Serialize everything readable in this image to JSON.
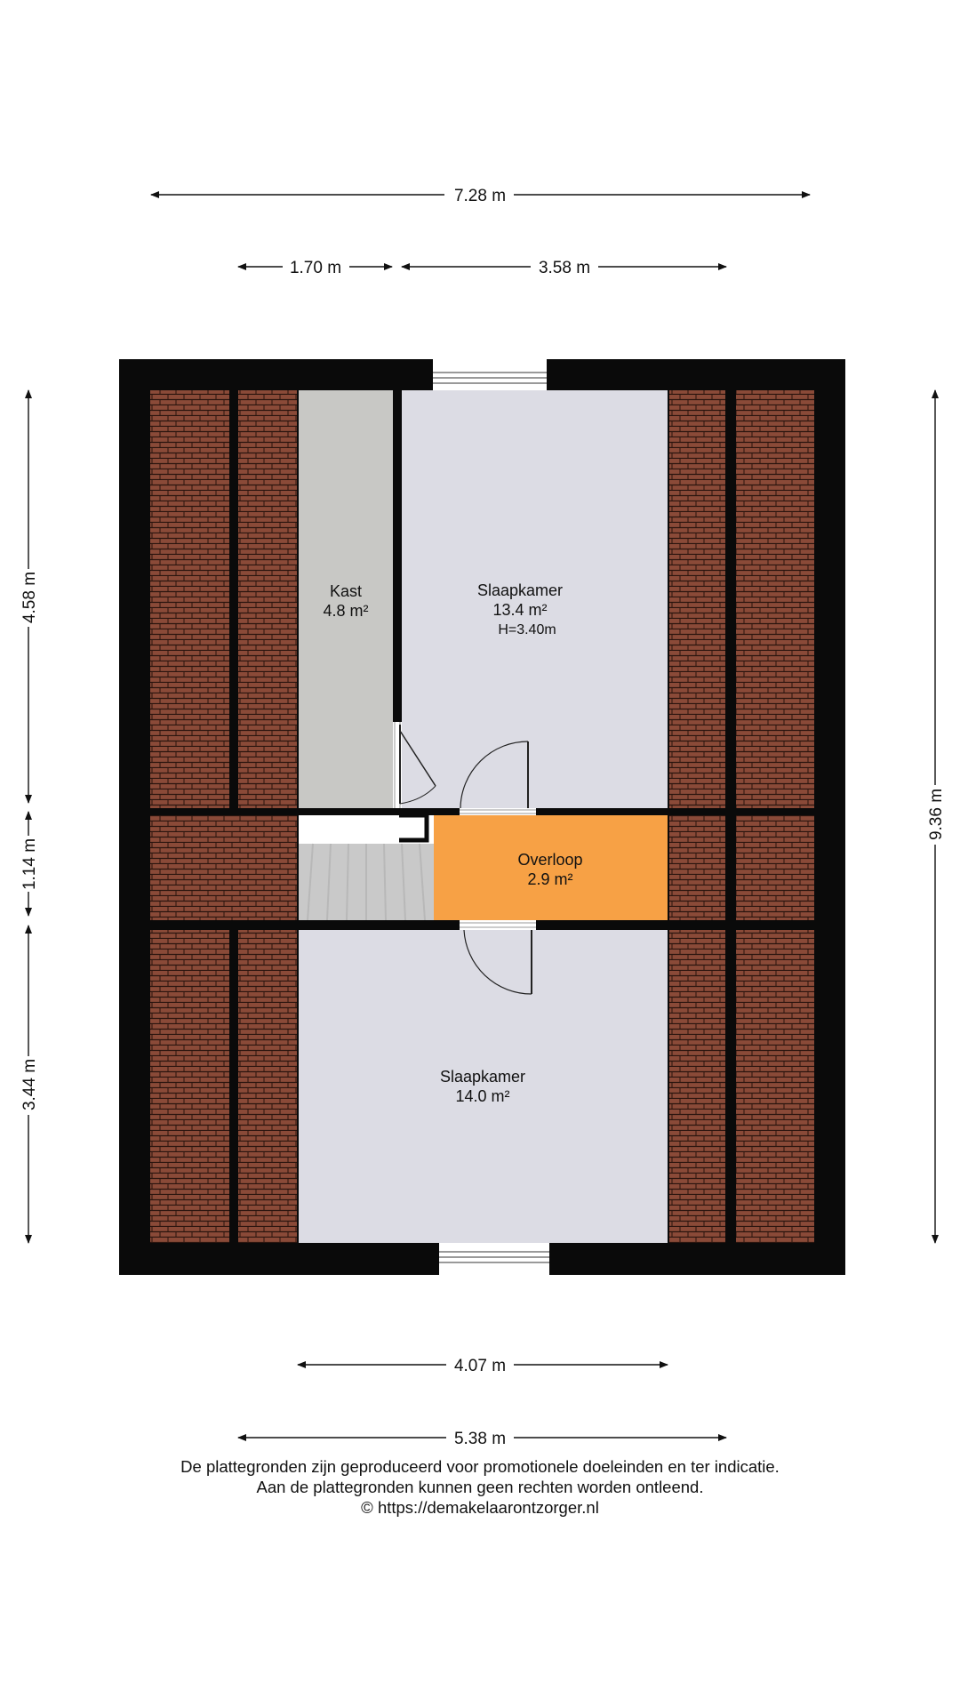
{
  "dimensions": {
    "total_width": "7.28 m",
    "top_left": "1.70 m",
    "top_right": "3.58 m",
    "total_height": "9.36 m",
    "left_top": "4.58 m",
    "left_middle": "1.14 m",
    "left_bottom": "3.44 m",
    "bottom_inner": "4.07 m",
    "bottom_outer": "5.38 m"
  },
  "rooms": {
    "kast": {
      "name": "Kast",
      "area": "4.8 m²"
    },
    "slaapkamer_top": {
      "name": "Slaapkamer",
      "area": "13.4 m²",
      "height": "H=3.40m"
    },
    "overloop": {
      "name": "Overloop",
      "area": "2.9 m²"
    },
    "slaapkamer_bottom": {
      "name": "Slaapkamer",
      "area": "14.0 m²"
    }
  },
  "colors": {
    "wall": "#0a0a0a",
    "roof_tile": "#8a4a38",
    "bedroom_floor": "#dcdce4",
    "closet_floor": "#c8c8c5",
    "landing_floor": "#f7a145",
    "stairs": "#c9c9c9"
  },
  "footer": {
    "line1": "De plattegronden zijn geproduceerd voor promotionele doeleinden en ter indicatie.",
    "line2": "Aan de plattegronden kunnen geen rechten worden ontleend.",
    "line3": "© https://demakelaarontzorger.nl"
  }
}
